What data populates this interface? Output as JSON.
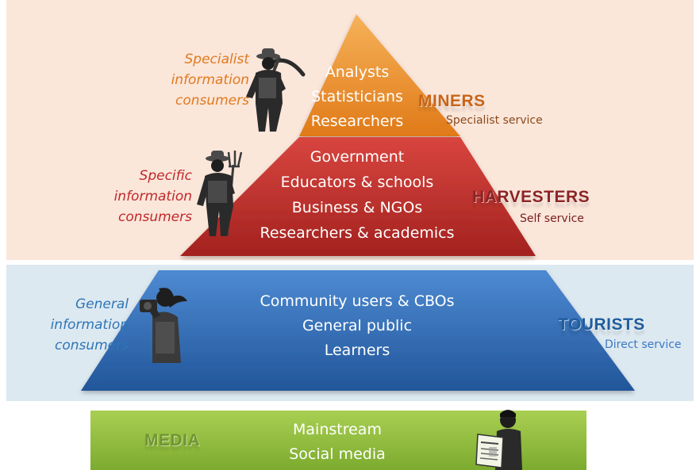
{
  "tiers": [
    {
      "id": "miners",
      "lines": [
        "Analysts",
        "Statisticians",
        "Researchers"
      ],
      "role": "MINERS",
      "service": "Specialist service",
      "consumer": [
        "Specialist",
        "information",
        "consumers"
      ]
    },
    {
      "id": "harvesters",
      "lines": [
        "Government",
        "Educators & schools",
        "Business & NGOs",
        "Researchers & academics"
      ],
      "role": "HARVESTERS",
      "service": "Self service",
      "consumer": [
        "Specific",
        "information",
        "consumers"
      ]
    },
    {
      "id": "tourists",
      "lines": [
        "Community users & CBOs",
        "General public",
        "Learners"
      ],
      "role": "TOURISTS",
      "service": "Direct service",
      "consumer": [
        "General",
        "information",
        "consumers"
      ]
    }
  ],
  "media": {
    "label": "MEDIA",
    "lines": [
      "Mainstream",
      "Social media"
    ]
  },
  "colors": {
    "miners": "#e8851f",
    "harvesters": "#c0312c",
    "tourists": "#2f6bb2",
    "media": "#8fbd3c",
    "miners_role": "#c86418",
    "harvesters_role": "#8c2424",
    "tourists_role": "#1f5d9e",
    "media_role": "#6c8f30",
    "specialist_text": "#e07a1f",
    "specific_text": "#c0282b",
    "general_text": "#2e75b6",
    "service_miners": "#8a4a1a",
    "service_harvesters": "#7a2020",
    "service_tourists": "#3a78c3"
  },
  "icons": [
    "miner-figure-icon",
    "farmer-figure-icon",
    "tourist-photographer-icon",
    "newspaper-reader-icon"
  ]
}
